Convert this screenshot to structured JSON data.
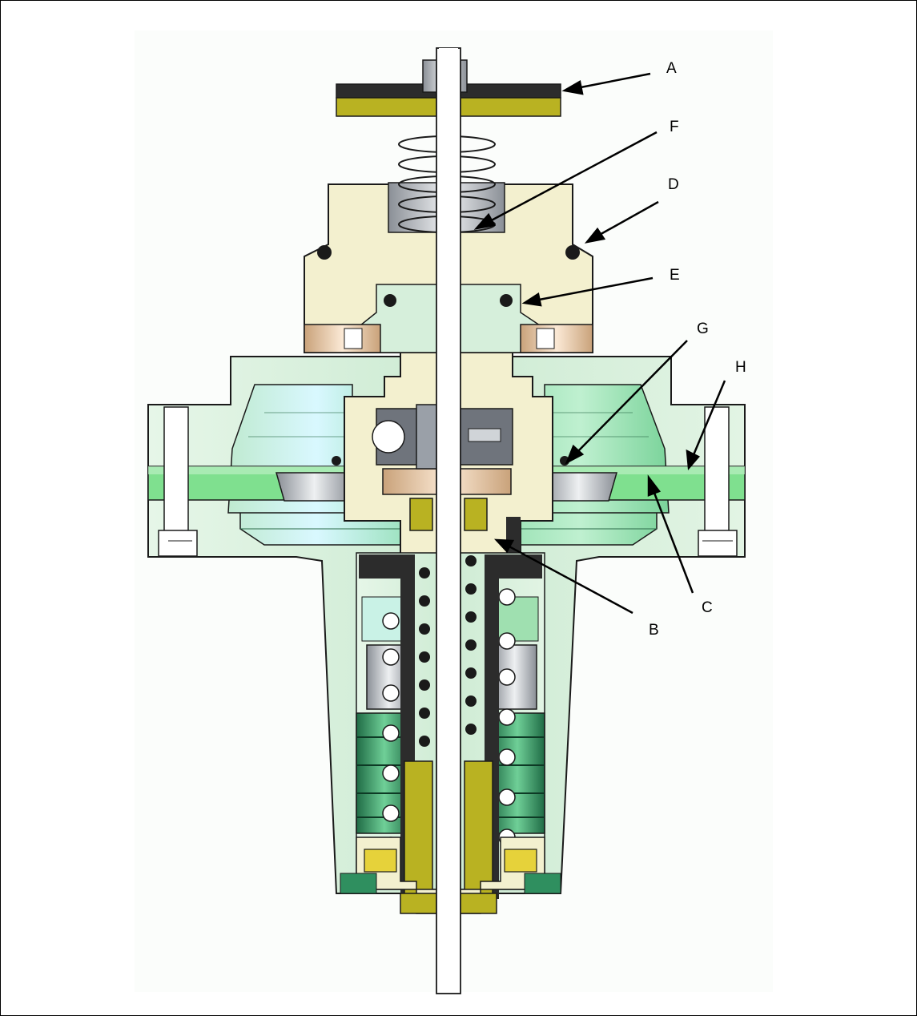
{
  "diagram": {
    "callouts": [
      {
        "id": "A",
        "label": "A"
      },
      {
        "id": "F",
        "label": "F"
      },
      {
        "id": "D",
        "label": "D"
      },
      {
        "id": "E",
        "label": "E"
      },
      {
        "id": "G",
        "label": "G"
      },
      {
        "id": "H",
        "label": "H"
      },
      {
        "id": "C",
        "label": "C"
      },
      {
        "id": "B",
        "label": "B"
      }
    ]
  },
  "colors": {
    "body_green": "#d6efdb",
    "bonnet_cream": "#f3f0cf",
    "diaphragm_green": "#7fe08f",
    "knob_dark": "#2c2c2c",
    "knob_yellow": "#b9b222",
    "spring_green": "#2f8f5f",
    "stem_gray": "#6f747c",
    "outline": "#1a1a1a"
  },
  "icons": [
    "regulator-cross-section"
  ]
}
